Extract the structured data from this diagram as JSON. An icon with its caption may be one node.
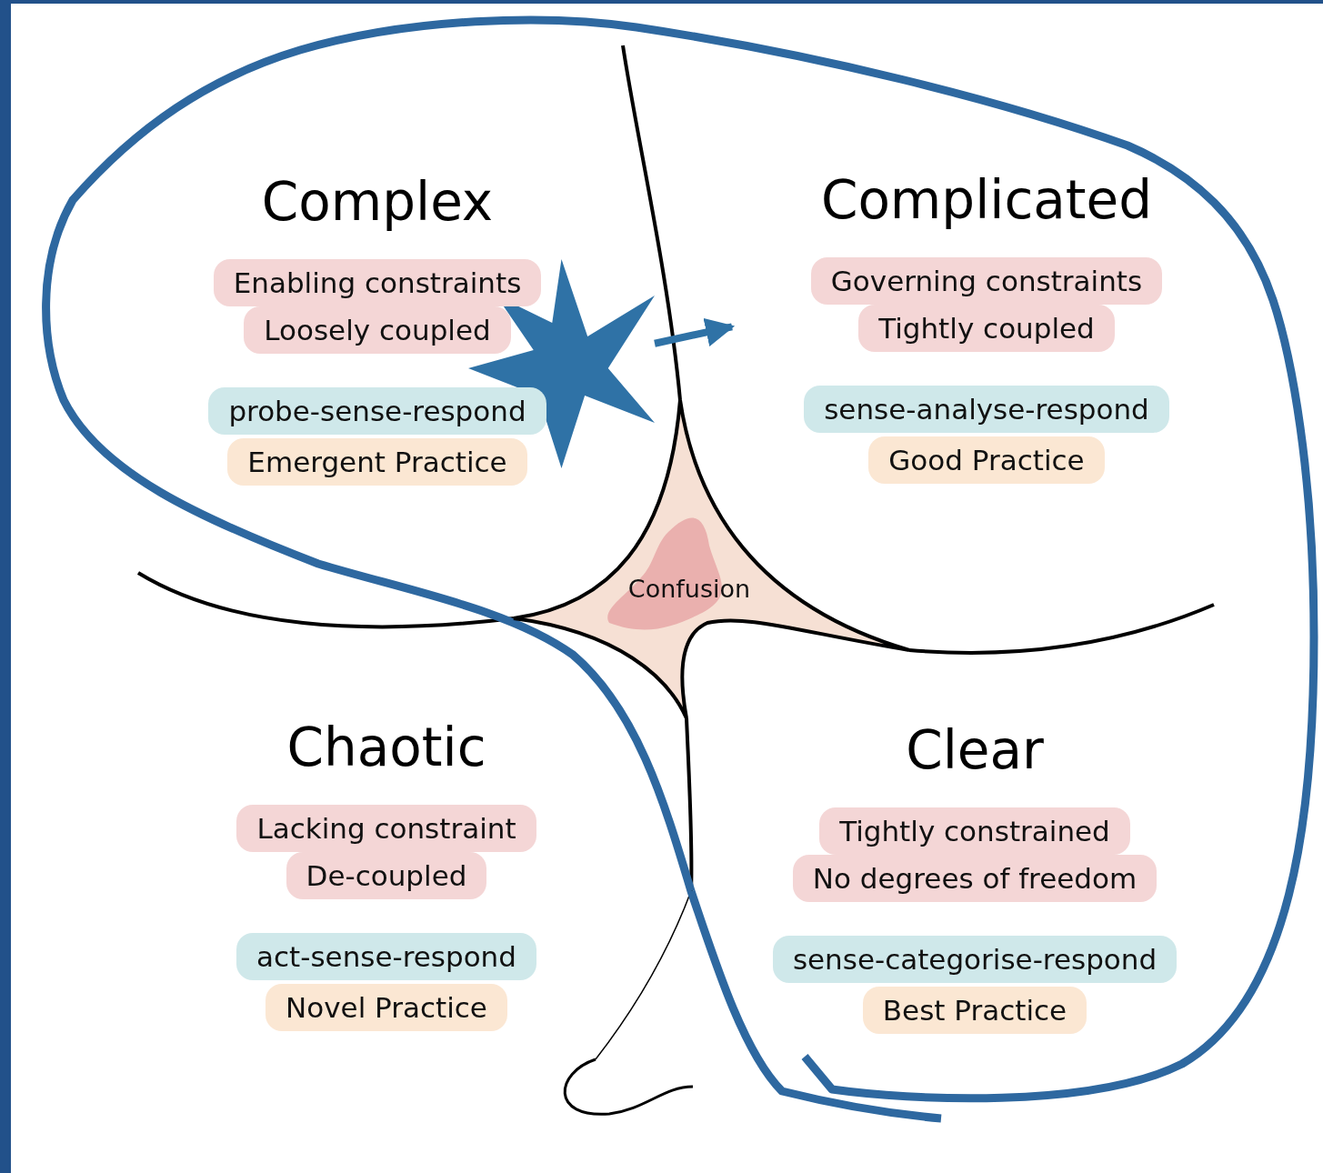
{
  "diagram": {
    "nodes": [
      {
        "text": [
          "Complex",
          "Enabling constraints",
          "Loosely coupled",
          "probe-sense-respond",
          "Emergent Practice"
        ]
      },
      {
        "text": [
          "Complicated",
          "Governing constraints",
          "Tightly coupled",
          "sense-analyse-respond",
          "Good Practice"
        ]
      },
      {
        "text": [
          "Chaotic",
          "Lacking constraint",
          "De-coupled",
          "act-sense-respond",
          "Novel Practice"
        ]
      },
      {
        "text": [
          "Clear",
          "Tightly constrained",
          "No degrees of freedom",
          "sense-categorise-respond",
          "Best Practice"
        ]
      },
      {
        "text": [
          "Confusion"
        ]
      },
      {
        "text": [],
        "shape": "star"
      }
    ],
    "edges": [
      {
        "from": 5,
        "to": 1,
        "arrow": "to"
      }
    ]
  }
}
